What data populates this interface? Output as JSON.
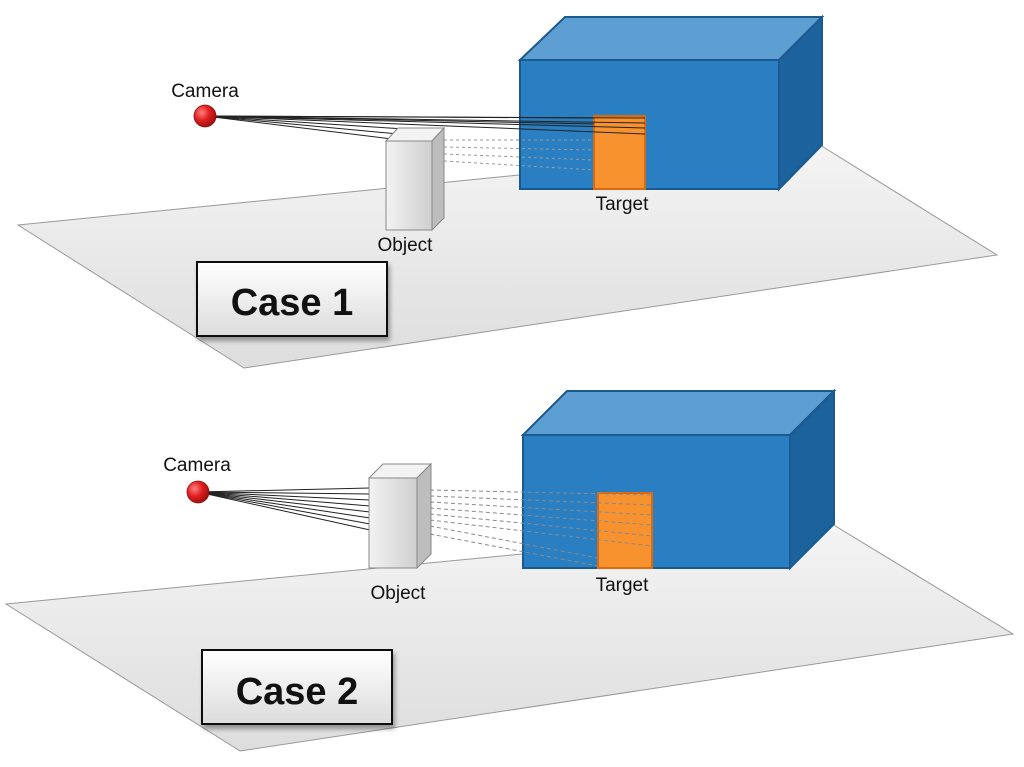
{
  "panels": [
    {
      "camera_label": "Camera",
      "object_label": "Object",
      "target_label": "Target",
      "case_label": "Case 1"
    },
    {
      "camera_label": "Camera",
      "object_label": "Object",
      "target_label": "Target",
      "case_label": "Case 2"
    }
  ],
  "colors": {
    "ground": "#ececec",
    "box_front": "#2a7fc2",
    "box_top": "#5e9fd3",
    "box_side": "#1c629c",
    "target": "#f7922f",
    "camera": "#d42020",
    "object": "#e6e6e6"
  }
}
